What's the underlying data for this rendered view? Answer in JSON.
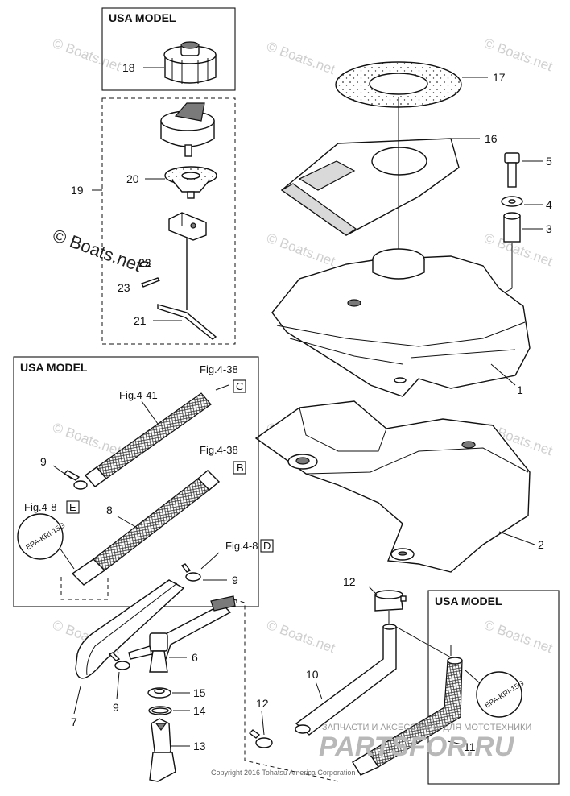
{
  "boxes": {
    "top_usa_model": "USA MODEL",
    "left_usa_model": "USA MODEL",
    "right_usa_model": "USA MODEL"
  },
  "part_numbers": {
    "p1": "1",
    "p2": "2",
    "p3": "3",
    "p4": "4",
    "p5": "5",
    "p6": "6",
    "p7": "7",
    "p8": "8",
    "p9a": "9",
    "p9b": "9",
    "p9c": "9",
    "p10": "10",
    "p11": "11",
    "p12a": "12",
    "p12b": "12",
    "p13": "13",
    "p14": "14",
    "p15": "15",
    "p16": "16",
    "p17": "17",
    "p18": "18",
    "p19": "19",
    "p20": "20",
    "p21": "21",
    "p22": "22",
    "p23": "23"
  },
  "figure_refs": {
    "fig438_top": "Fig.4-38",
    "fig441": "Fig.4-41",
    "fig438_mid": "Fig.4-38",
    "fig48_e": "Fig.4-8",
    "fig48_d": "Fig.4-8"
  },
  "ref_letters": {
    "c": "C",
    "b": "B",
    "e": "E",
    "d": "D"
  },
  "hose_labels": {
    "left": "EPA-KRI-15G",
    "right": "EPA-KRI-15G"
  },
  "watermarks": {
    "boats": "© Boats.net",
    "boats_main": "© Boats.net",
    "shop_caption": "ЗАПЧАСТИ И АКСЕССУАРЫ ДЛЯ МОТОТЕХНИКИ",
    "shop_logo": "PARTSFOR.RU",
    "copyright": "Copyright 2016 Tohatsu America Corporation"
  }
}
